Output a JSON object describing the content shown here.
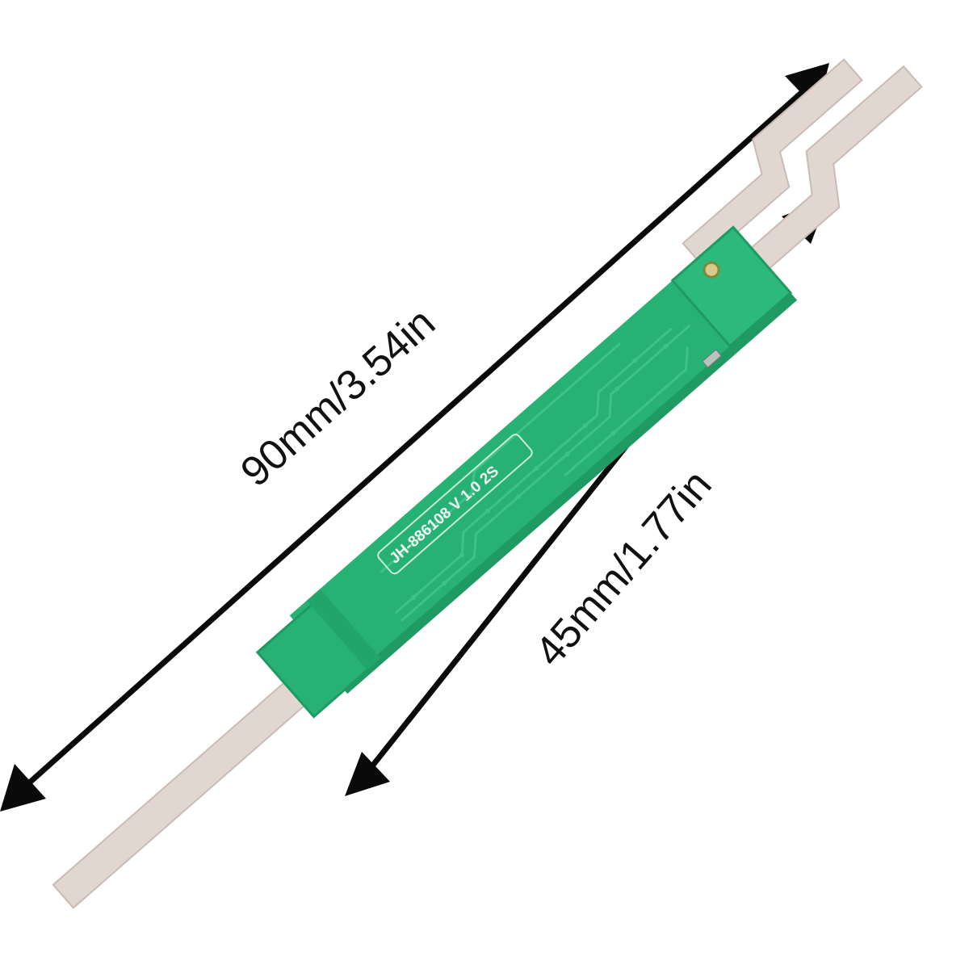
{
  "dimensions": {
    "total_length": "90mm/3.54in",
    "board_length": "45mm/1.77in"
  },
  "board": {
    "silkscreen": "JH-886108 V 1.0 2S"
  },
  "colors": {
    "pcb": "#27b174",
    "pcb_dark": "#1f9a63",
    "pcb_light": "#3dc387",
    "strip": "#e2d6d1",
    "strip_edge": "#c9bab4",
    "arrow": "#0a0a0a"
  }
}
